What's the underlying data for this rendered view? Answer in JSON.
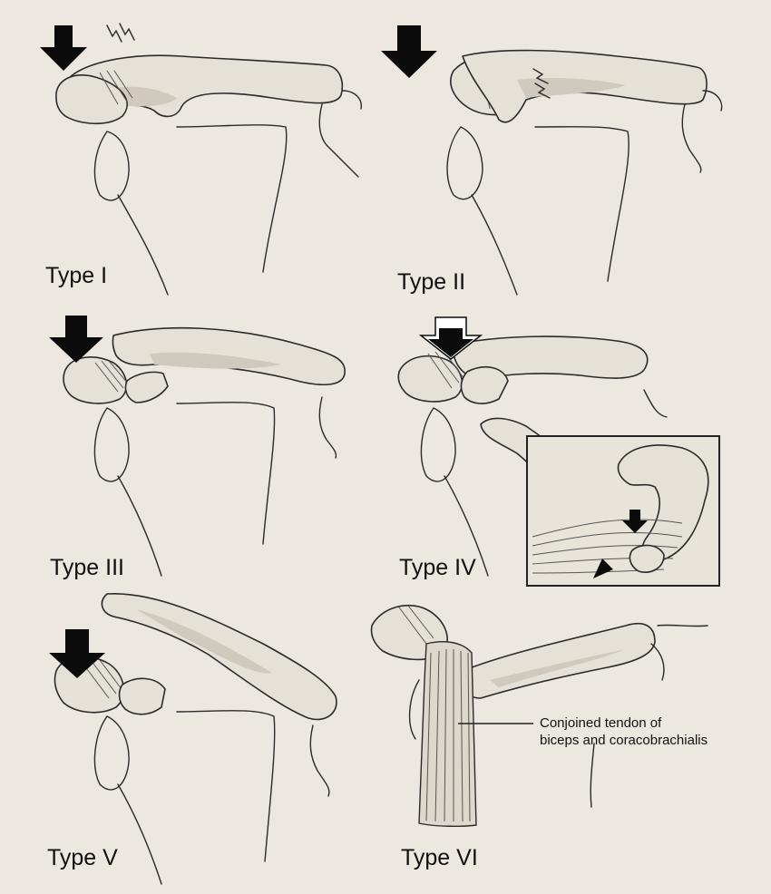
{
  "panels": [
    {
      "id": "type-1",
      "label": "Type I"
    },
    {
      "id": "type-2",
      "label": "Type II"
    },
    {
      "id": "type-3",
      "label": "Type III"
    },
    {
      "id": "type-4",
      "label": "Type IV"
    },
    {
      "id": "type-5",
      "label": "Type V"
    },
    {
      "id": "type-6",
      "label": "Type VI"
    }
  ],
  "annotation": {
    "line1": "Conjoined tendon of",
    "line2": "biceps and coracobrachialis"
  },
  "colors": {
    "background": "#ece7df",
    "bone_fill": "#e6e1d7",
    "outline": "#2a2a2a",
    "arrow": "#0b0b0b"
  }
}
